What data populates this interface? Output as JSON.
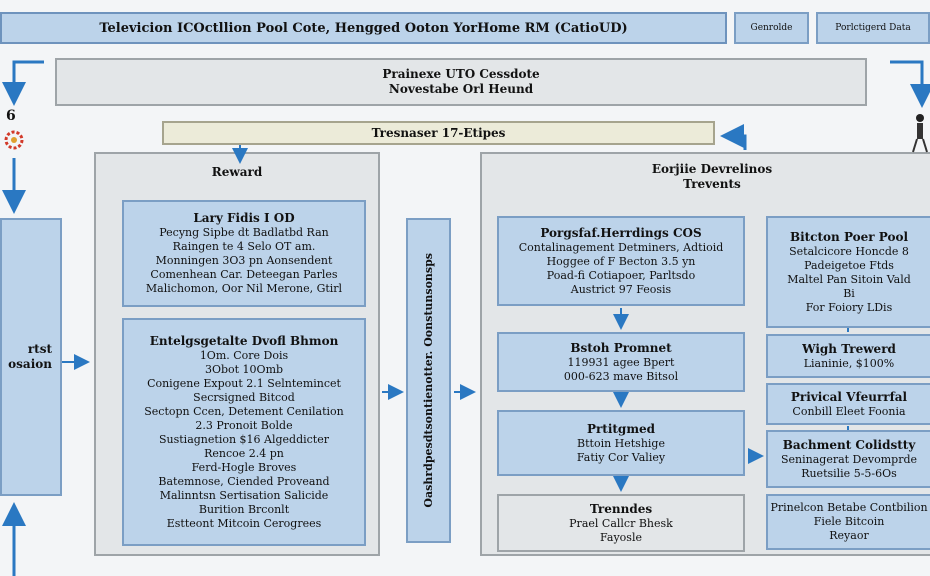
{
  "header": {
    "title": "Televicion ICOctllion Pool Cote, Hengged Ooton YorHome RM (CatioUD)",
    "btn1": "Genrolde",
    "btn2": "Porlctigerd Data"
  },
  "top": {
    "line1": "Prainexe UTO Cessdote",
    "line2": "Novestabe Orl Heund"
  },
  "transaction": "Tresnaser 17-Etipes",
  "left_number": "6",
  "left_box": {
    "line1": "rtst",
    "line2": "osaion"
  },
  "reward": {
    "title": "Reward",
    "box1": {
      "title": "Lary Fidis I OD",
      "lines": [
        "Pecyng Sipbe dt Badlatbd Ran",
        "Raingen te 4 Selo OT am.",
        "Monningen 3O3 pn Aonsendent",
        "Comenhean Car. Deteegan Parles",
        "Malichomon, Oor Nil Merone, Gtirl"
      ]
    },
    "box2": {
      "title": "Entelgsgetalte Dvofl Bhmon",
      "lines": [
        "1Om. Core Dois",
        "3Obot 10Omb",
        "Conigene Expout 2.1 Selntemincet",
        "Secrsigned Bitcod",
        "Sectopn Ccen, Detement Cenilation",
        "2.3 Pronoit Bolde",
        "Sustiagnetion $16 Algeddicter",
        "Rencoe 2.4 pn",
        "Ferd-Hogle Broves",
        "Batemnose, Ciended Proveand",
        "Malinntsn Sertisation Salicide",
        "Burition Brconlt",
        "Estteont Mitcoin Cerogrees"
      ]
    }
  },
  "vertical_label": "Oashrdpesdtsontienotter. Oonstunsonsps",
  "right": {
    "title_line1": "Eorjiie Devrelinos",
    "title_line2": "Trevents",
    "box1": {
      "title": "Porgsfaf.Herrdings COS",
      "lines": [
        "Contalinagement Detminers, Adtioid",
        "Hoggee of F Becton 3.5 yn",
        "Poad-fi Cotiapoer, Parltsdo",
        "Austrict 97 Feosis"
      ]
    },
    "box2": {
      "title": "Bstoh Promnet",
      "lines": [
        "119931 agee Bpert",
        "000-623 mave Bitsol"
      ]
    },
    "box3": {
      "title": "Prtitgmed",
      "lines": [
        "Bttoin Hetshige",
        "Fatiy Cor Valiey"
      ]
    },
    "box4": {
      "title": "Trenndes",
      "lines": [
        "Prael Callcr Bhesk",
        "Fayosle"
      ]
    }
  },
  "far_right": {
    "box1": {
      "title": "Bitcton Poer Pool",
      "lines": [
        "Setalcicore Honcde 8",
        "Padeigetoe Ftds",
        "Maltel Pan Sitoin Vald",
        "Bi",
        "For Foiory LDis"
      ]
    },
    "box2": {
      "title": "Wigh Trewerd",
      "lines": [
        "Lianinie, $100%"
      ]
    },
    "box3": {
      "title": "Privical Vfeurrfal",
      "lines": [
        "Conbill Eleet Foonia"
      ]
    },
    "box4": {
      "title": "Bachment Colidstty",
      "lines": [
        "Seninagerat Devomprde",
        "Ruetsilie 5-5-6Os"
      ]
    },
    "box5": {
      "title": "",
      "lines": [
        "Prinelcon Betabe Contbilion",
        "Fiele Bitcoin",
        "Reyaor"
      ]
    }
  }
}
